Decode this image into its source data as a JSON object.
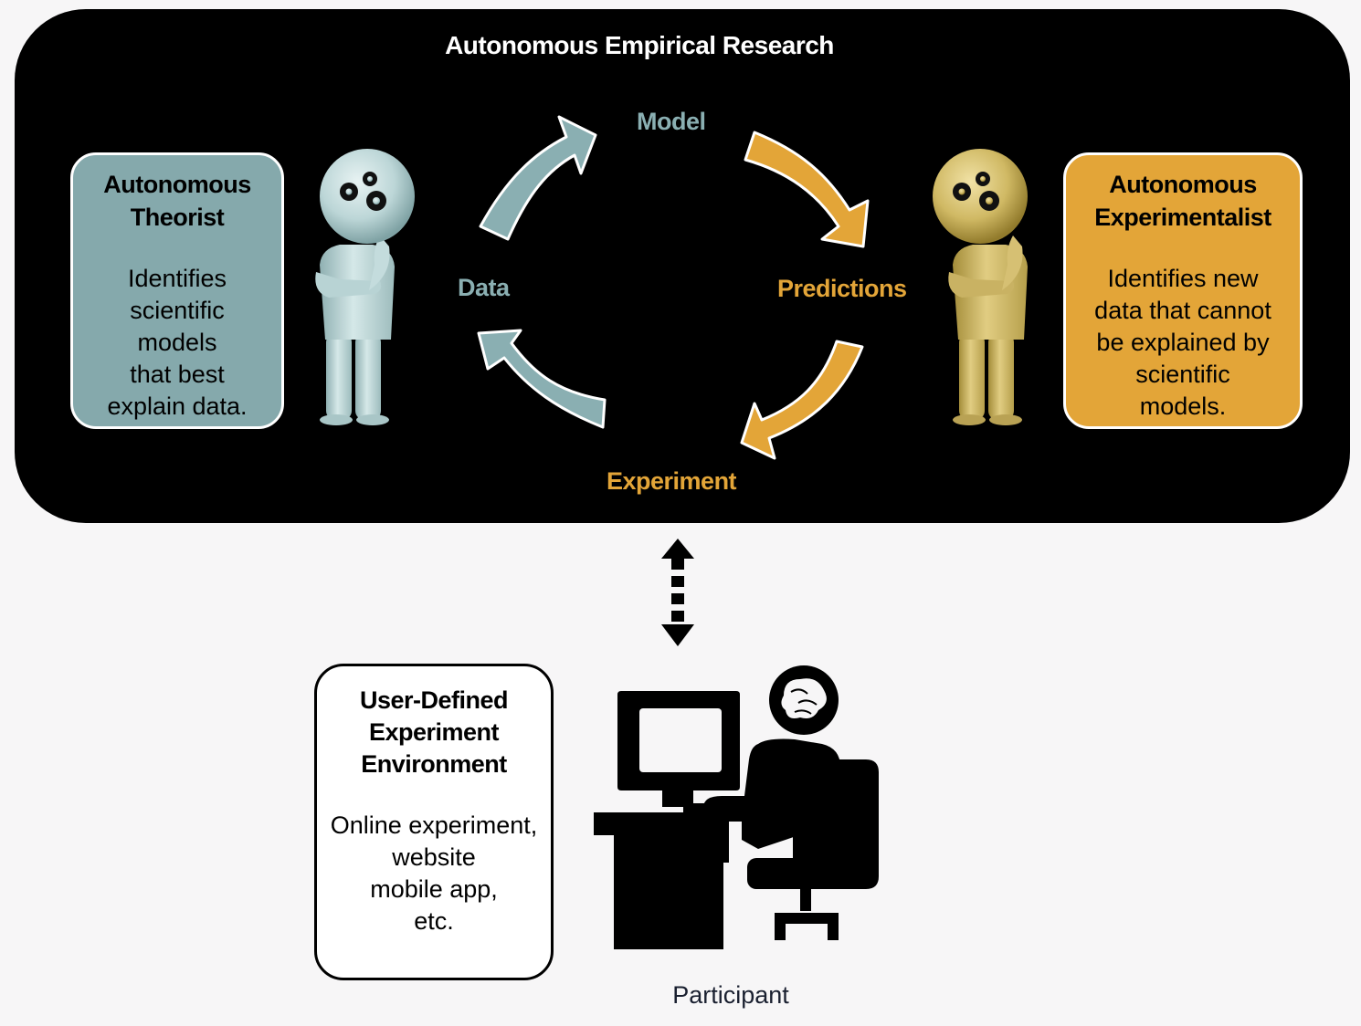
{
  "panel": {
    "title": "Autonomous Empirical Research"
  },
  "theorist": {
    "title_line1": "Autonomous",
    "title_line2": "Theorist",
    "description_lines": [
      "Identifies",
      "scientific",
      "models",
      "that best",
      "explain data."
    ],
    "box_color": "#85a9ac",
    "figure_color": "#c6dcdd",
    "figure_icon": "thinking-person-with-gears-icon"
  },
  "experimentalist": {
    "title_line1": "Autonomous",
    "title_line2": "Experimentalist",
    "description_lines": [
      "Identifies new",
      "data that cannot",
      "be explained by",
      "scientific",
      "models."
    ],
    "box_color": "#e3a538",
    "figure_color": "#cdb768",
    "figure_icon": "thinking-person-with-gears-icon"
  },
  "cycle": {
    "model_label": "Model",
    "predictions_label": "Predictions",
    "experiment_label": "Experiment",
    "data_label": "Data",
    "teal_color": "#8aafb2",
    "orange_color": "#e3a538"
  },
  "connector": {
    "icon": "bidirectional-dashed-arrow-icon"
  },
  "environment": {
    "title_lines": [
      "User-Defined",
      "Experiment",
      "Environment"
    ],
    "description_lines": [
      "Online experiment,",
      "website",
      "mobile app,",
      "etc."
    ]
  },
  "participant": {
    "label": "Participant",
    "icon": "person-at-computer-with-brain-icon"
  }
}
